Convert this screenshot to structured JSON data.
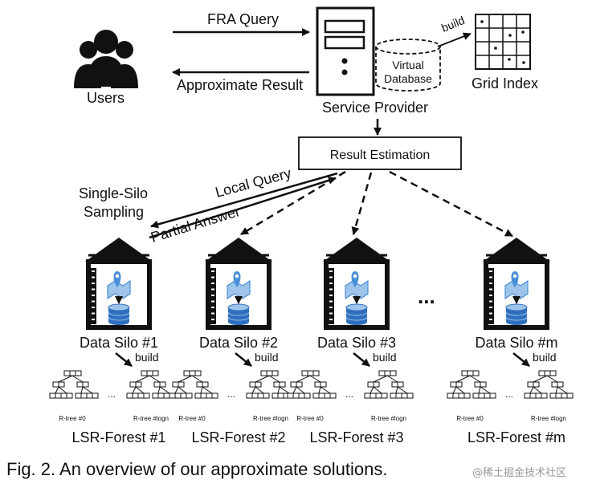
{
  "labels": {
    "fra_query": "FRA Query",
    "approximate_result": "Approximate Result",
    "users": "Users",
    "service_provider": "Service Provider",
    "virtual_database_line1": "Virtual",
    "virtual_database_line2": "Database",
    "build": "build",
    "grid_index": "Grid Index",
    "result_estimation": "Result Estimation",
    "local_query": "Local Query",
    "partial_answer": "Partial Answer",
    "single_silo_line1": "Single-Silo",
    "single_silo_line2": "Sampling",
    "ellipsis": "...",
    "rtree_first": "R-tree #0",
    "rtree_last": "R-tree #logn",
    "forest_ellipsis": "..."
  },
  "silos": [
    {
      "name": "Data Silo #1",
      "forest": "LSR-Forest #1"
    },
    {
      "name": "Data Silo #2",
      "forest": "LSR-Forest #2"
    },
    {
      "name": "Data Silo #3",
      "forest": "LSR-Forest #3"
    },
    {
      "name": "Data Silo #m",
      "forest": "LSR-Forest #m"
    }
  ],
  "caption": "Fig. 2. An overview of our approximate solutions.",
  "watermark": "@稀土掘金技术社区",
  "colors": {
    "ink": "#111111",
    "db_blue": "#2f6fbf",
    "db_light": "#9ec4ea",
    "map_blue": "#4a90d9"
  }
}
